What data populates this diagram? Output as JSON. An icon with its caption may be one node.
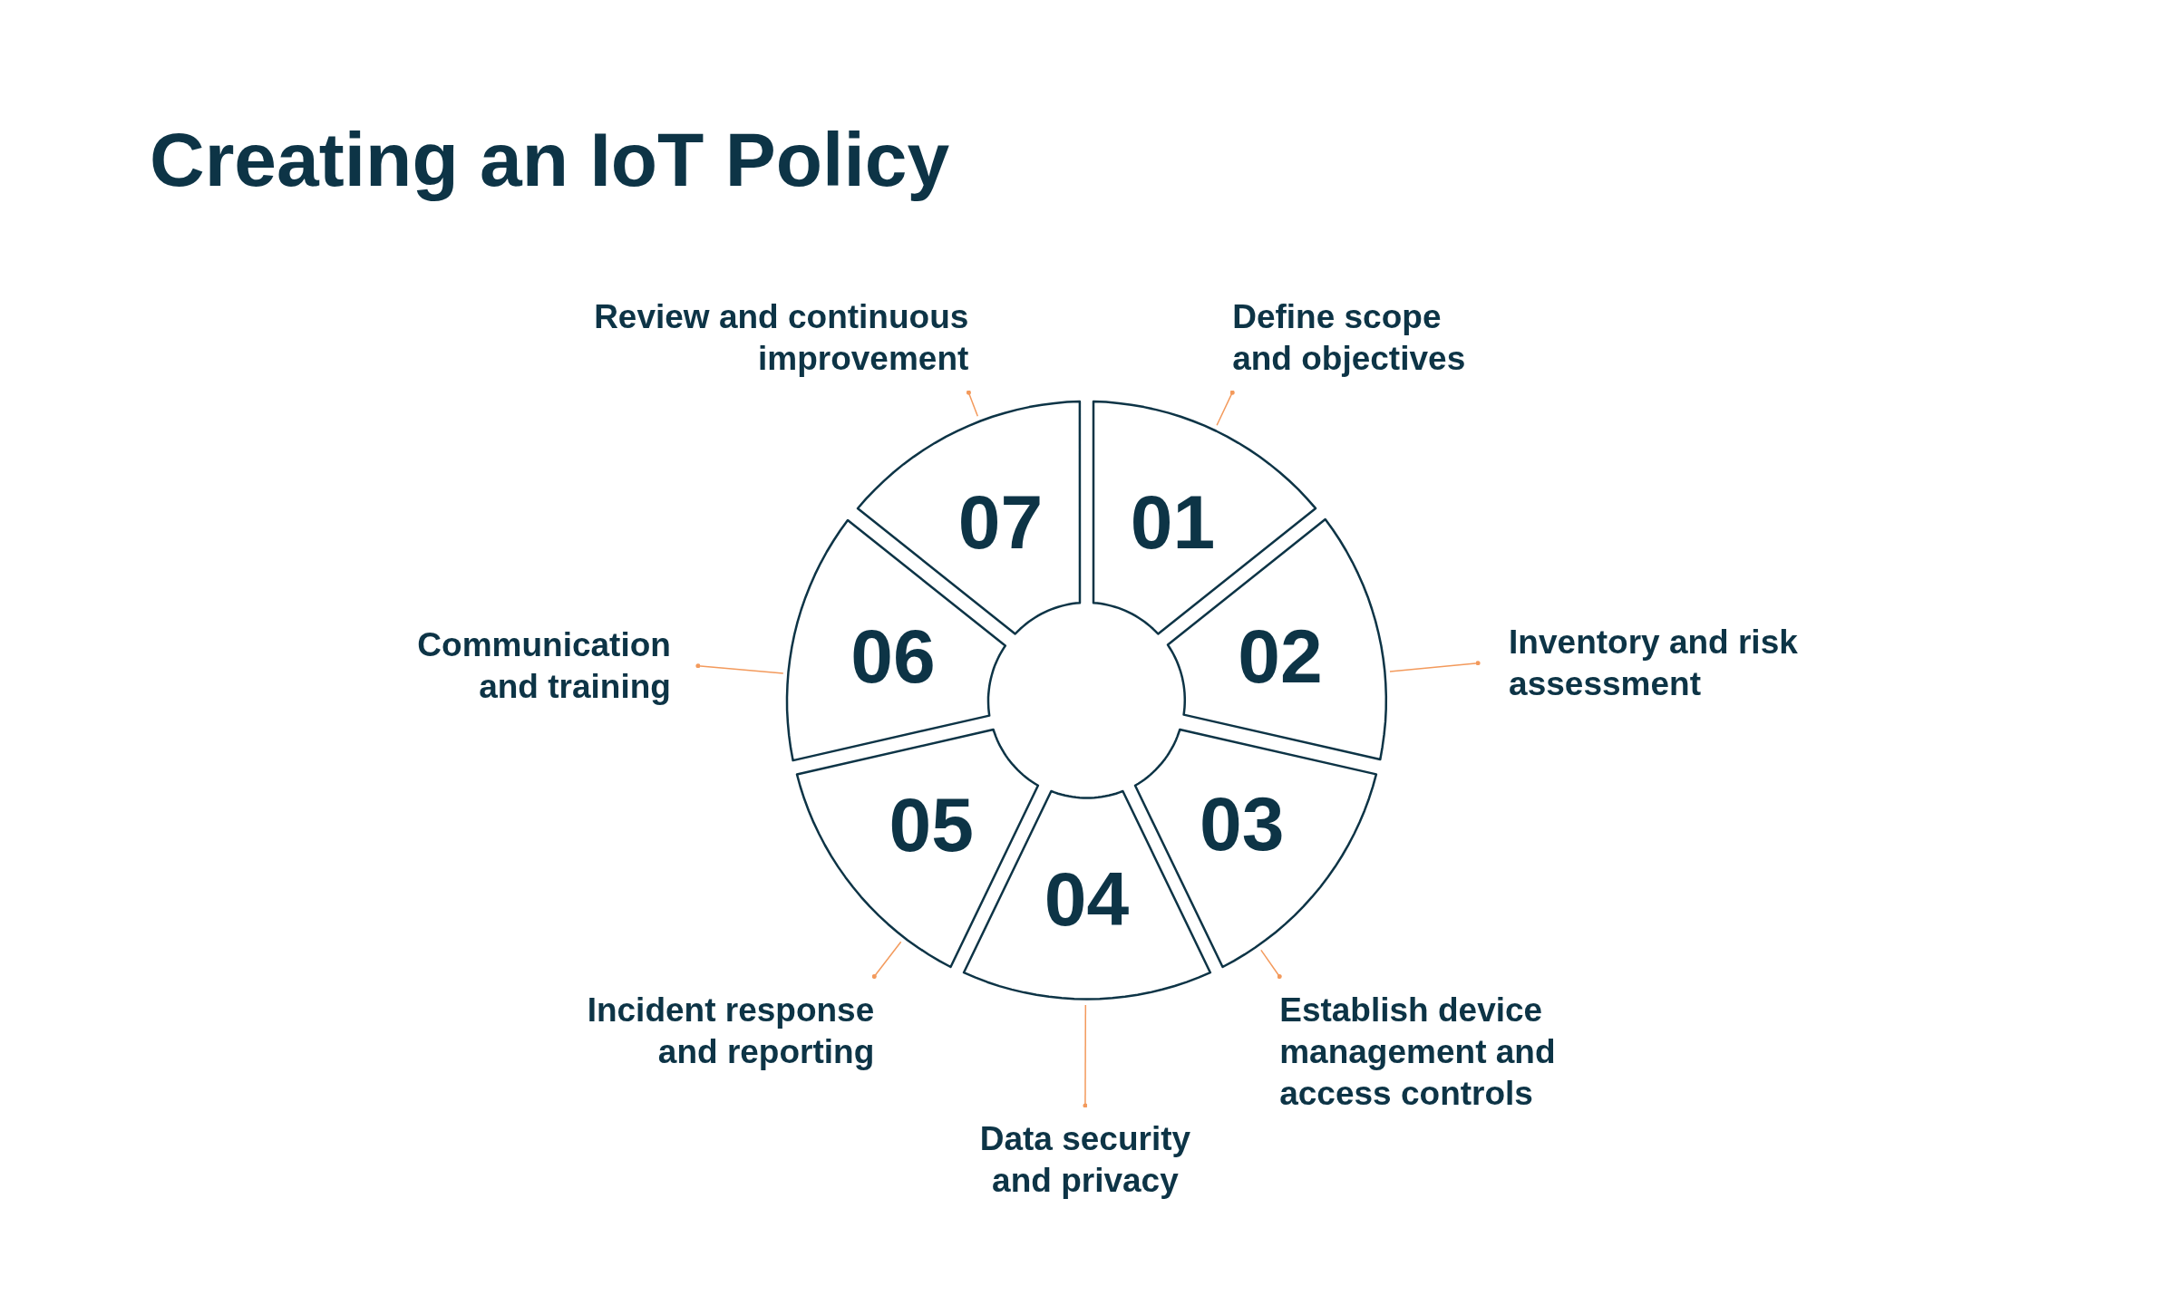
{
  "diagram": {
    "title": "Creating an IoT Policy",
    "nodes": [
      {
        "text": [
          "01"
        ]
      },
      {
        "text": [
          "02"
        ]
      },
      {
        "text": [
          "03"
        ]
      },
      {
        "text": [
          "04"
        ]
      },
      {
        "text": [
          "05"
        ]
      },
      {
        "text": [
          "06"
        ]
      },
      {
        "text": [
          "07"
        ]
      },
      {
        "text": [
          "Define scope and objectives"
        ]
      },
      {
        "text": [
          "Inventory and risk assessment"
        ]
      },
      {
        "text": [
          "Establish device management and access controls"
        ]
      },
      {
        "text": [
          "Data security and privacy"
        ]
      },
      {
        "text": [
          "Incident response and reporting"
        ]
      },
      {
        "text": [
          "Communication and training"
        ]
      },
      {
        "text": [
          "Review and continuous improvement"
        ]
      }
    ],
    "edges": [
      {
        "from": 7,
        "to": 0,
        "arrow": "other"
      },
      {
        "from": 8,
        "to": 1,
        "arrow": "other"
      },
      {
        "from": 9,
        "to": 2,
        "arrow": "other"
      },
      {
        "from": 10,
        "to": 3,
        "arrow": "other"
      },
      {
        "from": 11,
        "to": 4,
        "arrow": "other"
      },
      {
        "from": 12,
        "to": 5,
        "arrow": "other"
      },
      {
        "from": 13,
        "to": 6,
        "arrow": "other"
      }
    ]
  }
}
